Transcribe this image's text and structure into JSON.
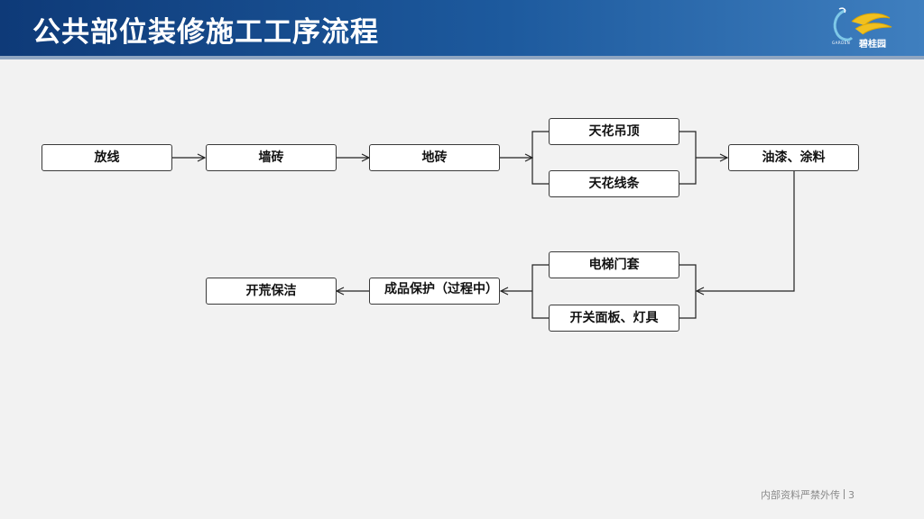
{
  "header": {
    "title": "公共部位装修施工工序流程",
    "logo_text": "碧桂园",
    "logo_subtext": "GARDEN"
  },
  "flow": {
    "fangxian": "放线",
    "qiangzhuan": "墙砖",
    "dizhuan": "地砖",
    "tianhua_diaoding": "天花吊顶",
    "tianhua_xiantiao": "天花线条",
    "youqi_tuliao": "油漆、涂料",
    "dianti_mentao": "电梯门套",
    "kaiguan_mianban": "开关面板、灯具",
    "chengpin_baohu": "成品保护（过程中）",
    "kaihuang_baojie": "开荒保洁"
  },
  "footer": {
    "confidential": "内部资料严禁外传",
    "page_number": "3"
  },
  "colors": {
    "header_dark": "#0e3a78",
    "header_light": "#3f7fbf",
    "background": "#f2f2f2",
    "box_border": "#3a3a3a"
  }
}
